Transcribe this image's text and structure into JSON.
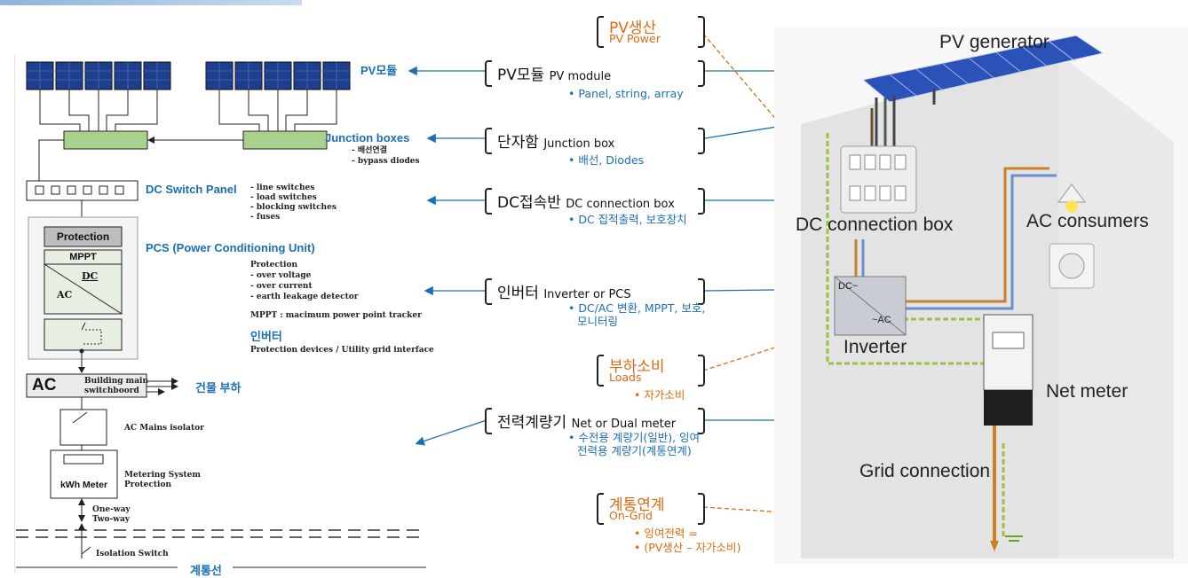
{
  "left": {
    "pv_module": "PV모듈",
    "junction_boxes": "Junction boxes",
    "junction_notes": [
      "- 배선연결",
      "- bypass diodes"
    ],
    "dc_switch_panel": "DC Switch Panel",
    "dc_switch_notes": [
      "- line switches",
      "- load switches",
      "- blocking switches",
      "- fuses"
    ],
    "protection": "Protection",
    "mppt": "MPPT",
    "dc": "DC",
    "ac_symbol": "AC",
    "pcs": "PCS (Power Conditioning Unit)",
    "pcs_notes": [
      "Protection",
      "- over voltage",
      "- over current",
      "- earth leakage detector"
    ],
    "mppt_note": "MPPT : macimum power point tracker",
    "inverter_kr": "인버터",
    "inverter_note": "Protection devices / Utility grid interface",
    "ac_big": "AC",
    "building_main": "Building main",
    "switchboard": "switchboord",
    "building_load": "건물 부하",
    "ac_mains_isolator": "AC Mains isolator",
    "kwh_meter": "kWh Meter",
    "metering": [
      "Metering System",
      "Protection"
    ],
    "one_way": "One-way",
    "two_way": "Two-way",
    "isolation_switch": "Isolation Switch",
    "grid_line": "계통선"
  },
  "middle": {
    "items": [
      {
        "main": "PV모듈",
        "sub": "PV module",
        "bullets": [
          "• Panel, string, array"
        ]
      },
      {
        "main": "단자함",
        "sub": "Junction box",
        "bullets": [
          "• 배선, Diodes"
        ]
      },
      {
        "main": "DC접속반",
        "sub": "DC connection  box",
        "bullets": [
          "• DC 집적출력, 보호장치"
        ]
      },
      {
        "main": "인버터",
        "sub": "Inverter or PCS",
        "bullets": [
          "• DC/AC 변환, MPPT, 보호,",
          "모니터링"
        ]
      },
      {
        "main": "전력계량기",
        "sub": "Net  or Dual meter",
        "bullets": [
          "• 수전용 계량기(일반), 잉여",
          "전력용 계량기(계통연계)"
        ]
      }
    ],
    "orange_items": [
      {
        "main": "PV생산",
        "sub": "PV Power",
        "bullets": []
      },
      {
        "main": "부하소비",
        "sub": "Loads",
        "bullets": [
          "• 자가소비"
        ]
      },
      {
        "main": "계통연계",
        "sub": "On-Grid",
        "bullets": [
          "• 잉여전력 =",
          "• (PV생산 – 자가소비)"
        ]
      }
    ]
  },
  "photo": {
    "pv_generator": "PV generator",
    "dc_connection_box": "DC connection box",
    "ac_consumers": "AC consumers",
    "inverter": "Inverter",
    "dc_mark": "DC~",
    "ac_mark": "~AC",
    "net_meter": "Net meter",
    "grid_connection": "Grid connection"
  },
  "colors": {
    "blue": "#1a6fb8",
    "orange": "#e06a10"
  }
}
